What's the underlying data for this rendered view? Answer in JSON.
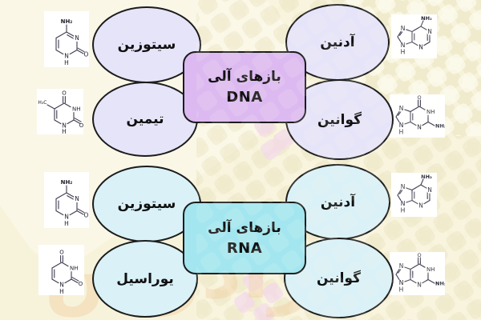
{
  "watermark": {
    "text": "فرادرس"
  },
  "colors": {
    "background": "#F7F3DB",
    "dna_box_fill": "#DCB9F0",
    "dna_ellipse_fill": "#E6E4F8",
    "rna_box_fill": "#A3E6EF",
    "rna_ellipse_fill": "#D9F1F7",
    "outline": "#1C1C1C",
    "watermark_tile": "#E9E2BF",
    "watermark_peach": "#F4DBE8"
  },
  "dna_group": {
    "box": {
      "line1": "بازهای آلی",
      "line2": "DNA"
    },
    "ellipses": [
      {
        "label": "سیتوزین"
      },
      {
        "label": "تیمین"
      },
      {
        "label": "آدنین"
      },
      {
        "label": "گوانین"
      }
    ]
  },
  "rna_group": {
    "box": {
      "line1": "بازهای آلی",
      "line2": "RNA"
    },
    "ellipses": [
      {
        "label": "سیتوزین"
      },
      {
        "label": "یوراسیل"
      },
      {
        "label": "آدنین"
      },
      {
        "label": "گوانین"
      }
    ]
  },
  "structures": {
    "cytosine": {
      "nh2": "NH₂",
      "n3": "N",
      "n1": "N",
      "h": "H",
      "o": "O"
    },
    "thymine": {
      "h3c": "H₃C",
      "o_top": "O",
      "nh": "NH",
      "o_right": "O",
      "n": "N",
      "h": "H"
    },
    "uracil": {
      "o_top": "O",
      "nh": "NH",
      "o_right": "O",
      "n": "N",
      "h": "H"
    },
    "adenine": {
      "nh2": "NH₂",
      "n1": "N",
      "n3": "N",
      "n7": "N",
      "n9": "N",
      "h": "H"
    },
    "guanine": {
      "o": "O",
      "nh": "NH",
      "nh2": "NH₂",
      "n3": "N",
      "n7": "N",
      "n9": "N",
      "h": "H"
    }
  }
}
